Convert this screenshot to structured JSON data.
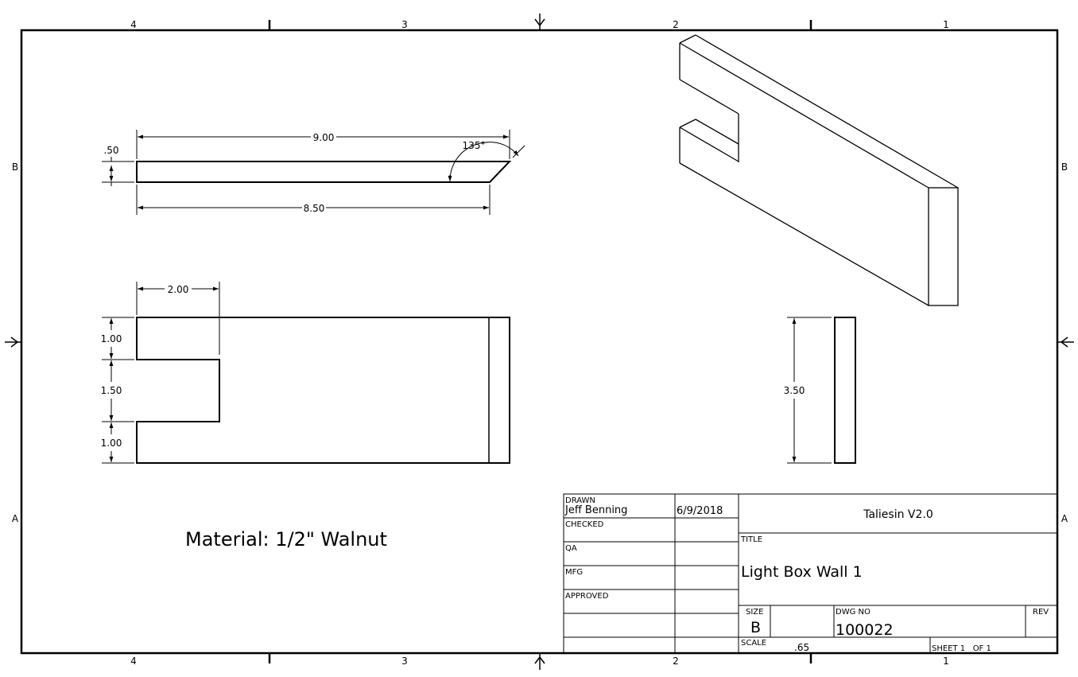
{
  "border": {
    "zones_top": [
      "4",
      "3",
      "2",
      "1"
    ],
    "zones_bottom": [
      "4",
      "3",
      "2",
      "1"
    ],
    "zones_left": [
      "B",
      "A"
    ],
    "zones_right": [
      "B",
      "A"
    ]
  },
  "views": {
    "top_view": {
      "thickness": ".50",
      "length_top": "9.00",
      "length_bottom": "8.50",
      "angle": "135°"
    },
    "front_view": {
      "slot_width": "2.00",
      "height_top": "1.00",
      "slot_height": "1.50",
      "height_bottom": "1.00"
    },
    "side_view": {
      "height": "3.50"
    }
  },
  "note": "Material: 1/2\" Walnut",
  "title_block": {
    "drawn_label": "DRAWN",
    "drawn_by": "Jeff Benning",
    "drawn_date": "6/9/2018",
    "checked_label": "CHECKED",
    "qa_label": "QA",
    "mfg_label": "MFG",
    "approved_label": "APPROVED",
    "company": "Taliesin V2.0",
    "title_label": "TITLE",
    "title": "Light Box Wall 1",
    "size_label": "SIZE",
    "size": "B",
    "dwg_no_label": "DWG NO",
    "dwg_no": "100022",
    "rev_label": "REV",
    "scale_label": "SCALE",
    "scale": ".65",
    "sheet_label": "SHEET 1   OF 1"
  }
}
